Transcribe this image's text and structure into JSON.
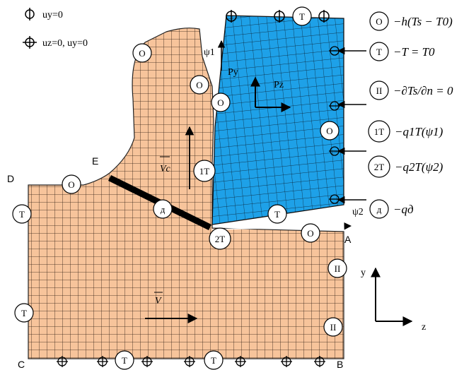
{
  "constraint_legend": [
    {
      "label": "uy=0",
      "icon": "support-circle-icon"
    },
    {
      "label": "uz=0, uy=0",
      "icon": "support-cross-icon"
    }
  ],
  "points": {
    "A": "A",
    "B": "B",
    "C": "C",
    "D": "D",
    "E": "E"
  },
  "axes": {
    "y": "y",
    "z": "z",
    "psi1": "ψ1",
    "psi2": "ψ2"
  },
  "vectors": {
    "Py": "Py",
    "Pz": "Pz",
    "Vc": "Vc",
    "V": "V"
  },
  "markers": {
    "O": "O",
    "T": "T",
    "II": "II",
    "1T": "1T",
    "2T": "2T",
    "d": "д"
  },
  "bc_legend": [
    {
      "symbol": "O",
      "text": "−h(Ts − T0)"
    },
    {
      "symbol": "T",
      "text": "−T = T0"
    },
    {
      "symbol": "II",
      "text": "−∂Ts/∂n = 0"
    },
    {
      "symbol": "1T",
      "text": "−q1T(ψ1)"
    },
    {
      "symbol": "2T",
      "text": "−q2T(ψ2)"
    },
    {
      "symbol": "д",
      "text": "−qд"
    }
  ],
  "colors": {
    "workpiece": "#f7c49b",
    "tool": "#1ea1e8",
    "mesh_line": "#222222",
    "tool_face": "#000000"
  }
}
